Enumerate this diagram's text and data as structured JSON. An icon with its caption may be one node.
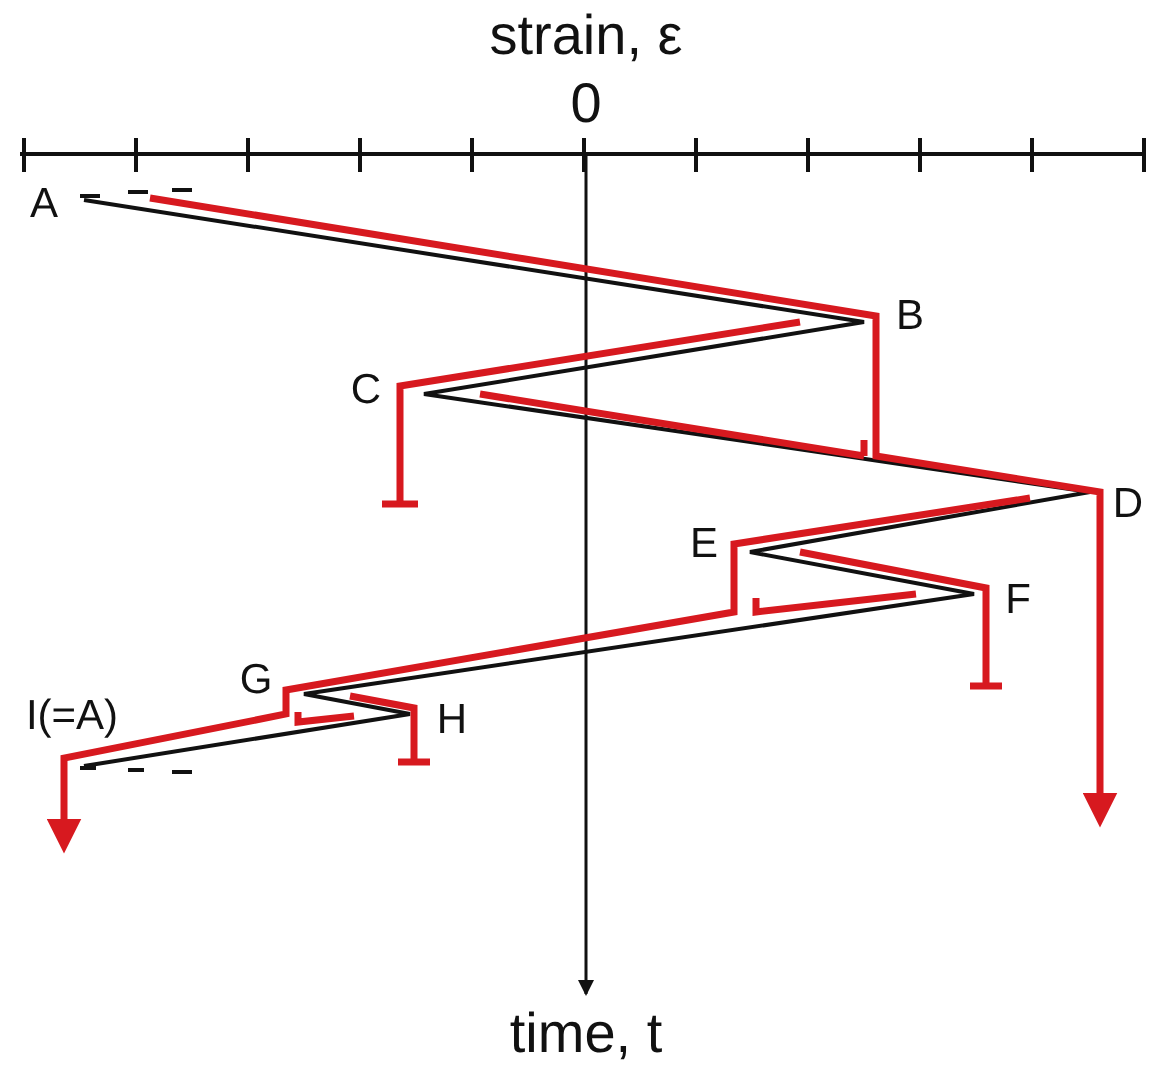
{
  "diagram": {
    "labels": [
      "strain, ε",
      "0",
      "A",
      "B",
      "C",
      "D",
      "E",
      "F",
      "G",
      "H",
      "I(=A)",
      "time, t"
    ]
  }
}
